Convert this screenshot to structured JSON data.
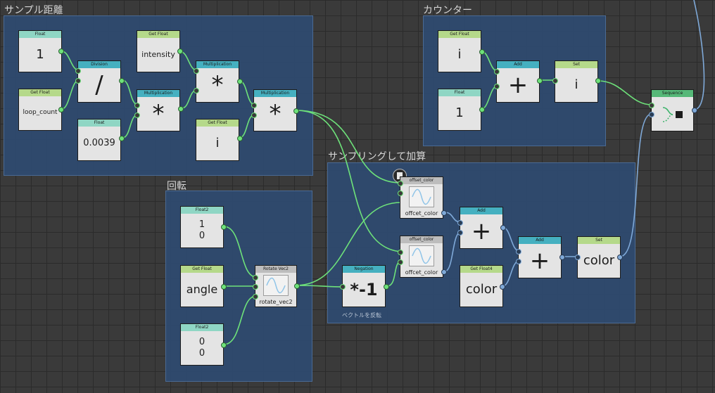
{
  "groups": {
    "sample_distance": "サンプル距離",
    "rotation": "回転",
    "sampling": "サンプリングして加算",
    "counter": "カウンター",
    "sampling_note": "ベクトルを反転"
  },
  "nodes": {
    "float_1": {
      "type": "Float",
      "value": "1"
    },
    "get_loop_count": {
      "type": "Get Float",
      "value": "loop_count"
    },
    "division": {
      "type": "Division",
      "symbol": "/"
    },
    "get_intensity": {
      "type": "Get Float",
      "value": "intensity"
    },
    "float_0039": {
      "type": "Float",
      "value": "0.0039"
    },
    "mult_1": {
      "type": "Multiplication",
      "symbol": "*"
    },
    "mult_2": {
      "type": "Multiplication",
      "symbol": "*"
    },
    "get_i_a": {
      "type": "Get Float",
      "value": "i"
    },
    "mult_3": {
      "type": "Multiplication",
      "symbol": "*"
    },
    "float2_a": {
      "type": "Float2",
      "value": "1\n0"
    },
    "get_angle": {
      "type": "Get Float",
      "value": "angle"
    },
    "float2_b": {
      "type": "Float2",
      "value": "0\n0"
    },
    "rotate_vec2": {
      "type": "Rotate Vec2",
      "name": "rotate_vec2"
    },
    "offset_color_a": {
      "type": "offset_color",
      "name": "offcet_color"
    },
    "offset_color_b": {
      "type": "offset_color",
      "name": "offcet_color"
    },
    "negation": {
      "type": "Negation",
      "symbol": "*-1"
    },
    "add_a": {
      "type": "Add",
      "symbol": "+"
    },
    "add_b": {
      "type": "Add",
      "symbol": "+"
    },
    "get_color": {
      "type": "Get Float4",
      "value": "color"
    },
    "set_color": {
      "type": "Set",
      "value": "color"
    },
    "get_i_b": {
      "type": "Get Float",
      "value": "i"
    },
    "float_1b": {
      "type": "Float",
      "value": "1"
    },
    "add_c": {
      "type": "Add",
      "symbol": "+"
    },
    "set_i": {
      "type": "Set",
      "value": "i"
    },
    "sequence": {
      "type": "Sequence"
    }
  },
  "colors": {
    "background": "#3a3a3a",
    "group_fill": "#2e4a70",
    "wire_green": "#6ee27a",
    "wire_blue": "#7fa9d8",
    "header_const": "#8fd6c4",
    "header_get": "#b5d98a",
    "header_op": "#45b0c0",
    "header_seq": "#56b878"
  },
  "icons": {
    "function_node": "sine-wave-icon",
    "comment": "document-icon",
    "sequence": "sequence-flow-icon"
  }
}
